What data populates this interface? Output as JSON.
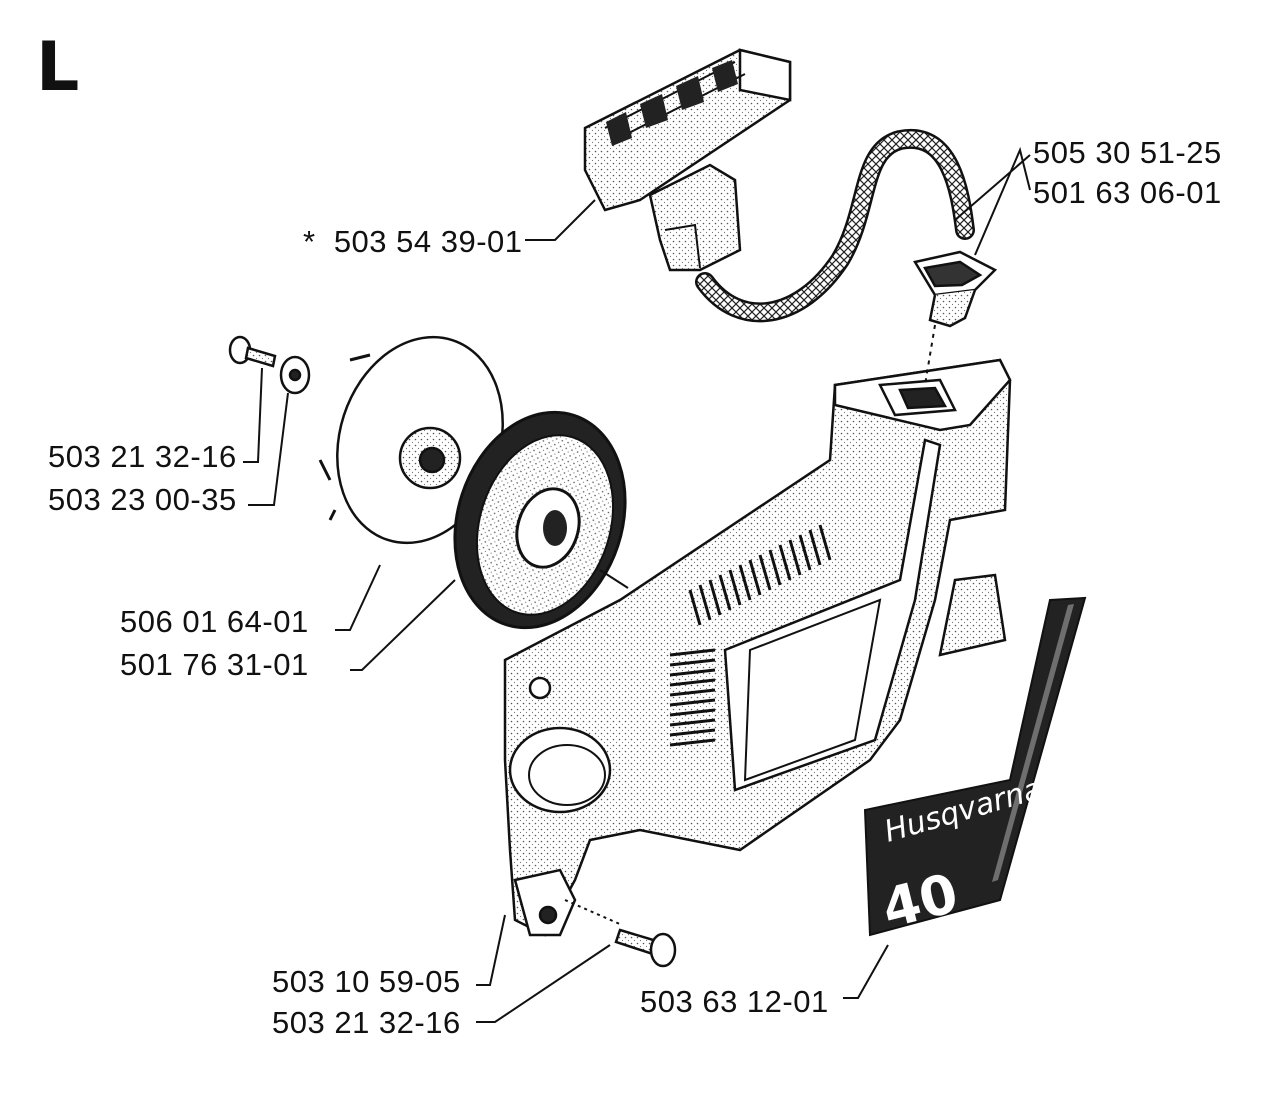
{
  "section": "L",
  "brand": "Husqvarna",
  "model": "40",
  "parts": [
    {
      "id": "p1",
      "part_no": "505 30 51-25",
      "prefix": ""
    },
    {
      "id": "p2",
      "part_no": "501 63 06-01",
      "prefix": ""
    },
    {
      "id": "p3",
      "part_no": "503 54 39-01",
      "prefix": "*"
    },
    {
      "id": "p4",
      "part_no": "503 21 32-16",
      "prefix": ""
    },
    {
      "id": "p5",
      "part_no": "503 23 00-35",
      "prefix": ""
    },
    {
      "id": "p6",
      "part_no": "506 01 64-01",
      "prefix": ""
    },
    {
      "id": "p7",
      "part_no": "501 76 31-01",
      "prefix": ""
    },
    {
      "id": "p8",
      "part_no": "503 10 59-05",
      "prefix": ""
    },
    {
      "id": "p9",
      "part_no": "503 21 32-16",
      "prefix": ""
    },
    {
      "id": "p10",
      "part_no": "503 63 12-01",
      "prefix": ""
    }
  ]
}
